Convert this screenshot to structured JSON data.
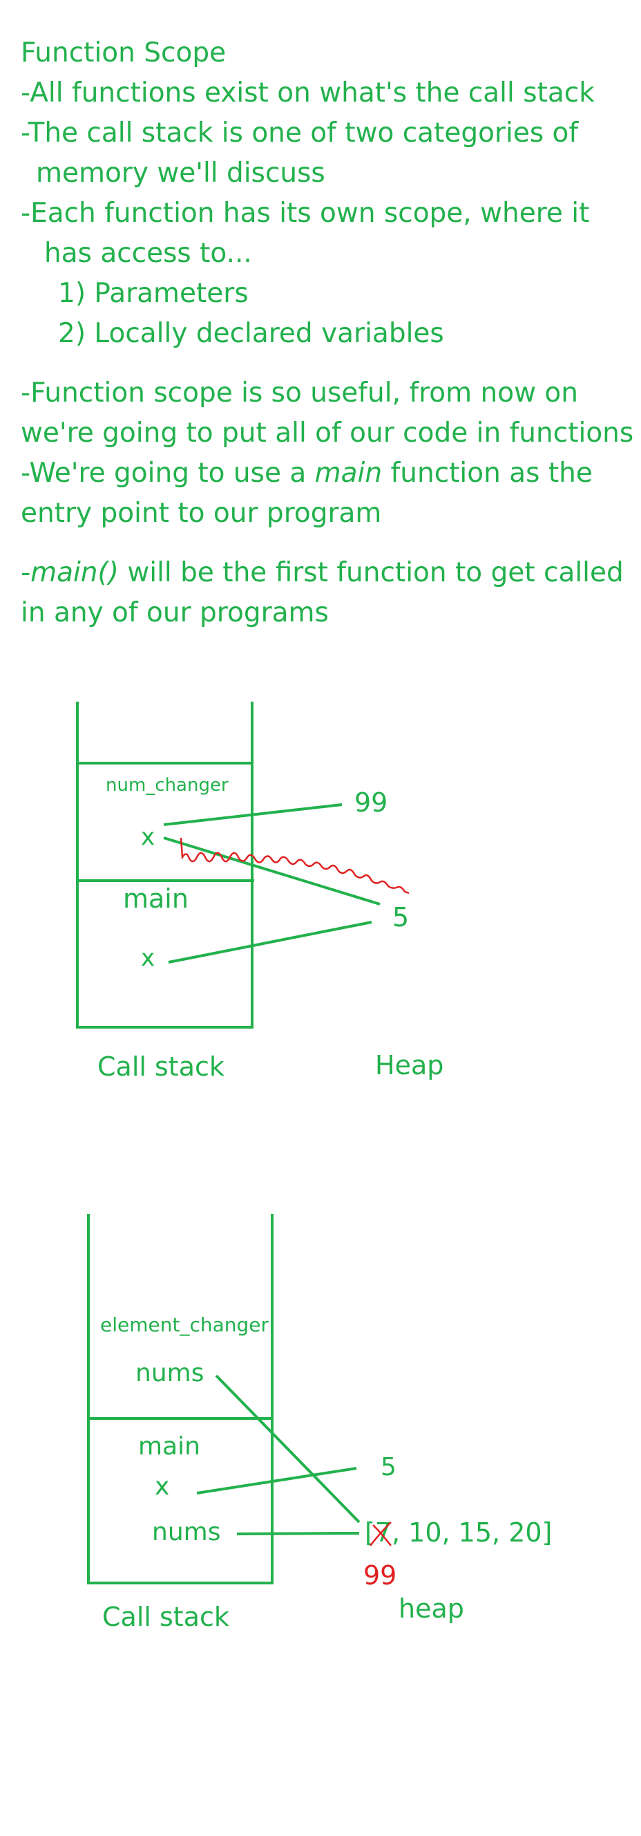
{
  "colors": {
    "ink": "#22b14c",
    "correction": "#e02020",
    "background": "#ffffff"
  },
  "notes": {
    "title": "Function Scope",
    "bullets": [
      "-All functions exist on what's the call stack",
      "-The call stack is one of two categories of",
      "memory we'll discuss",
      "-Each function has its own scope, where it",
      "has access to...",
      "1) Parameters",
      "2) Locally declared variables"
    ],
    "para2": [
      "-Function scope is so useful, from now on",
      "we're going to put all of our code in functions",
      "-We're going to use a",
      "main",
      "function as the",
      "entry point to our program"
    ],
    "para3": {
      "dash": "-",
      "main_call": "main()",
      "rest": " will be the first function to get called",
      "line2": "in any of our programs"
    }
  },
  "diagram1": {
    "top_frame_label": "num_changer",
    "top_frame_var": "x",
    "bottom_frame_label": "main",
    "bottom_frame_var": "x",
    "heap_value_new": "99",
    "heap_value_old": "5",
    "stack_caption": "Call stack",
    "heap_caption": "Heap"
  },
  "diagram2": {
    "top_frame_label": "element_changer",
    "top_frame_var": "nums",
    "bottom_frame_label": "main",
    "bottom_frame_var_x": "x",
    "bottom_frame_var_nums": "nums",
    "heap_value_x": "5",
    "list_open": "[",
    "list_crossed": "7,",
    "list_rest": " 10, 15, 20]",
    "list_replacement": "99",
    "stack_caption": "Call stack",
    "heap_caption": "heap"
  }
}
